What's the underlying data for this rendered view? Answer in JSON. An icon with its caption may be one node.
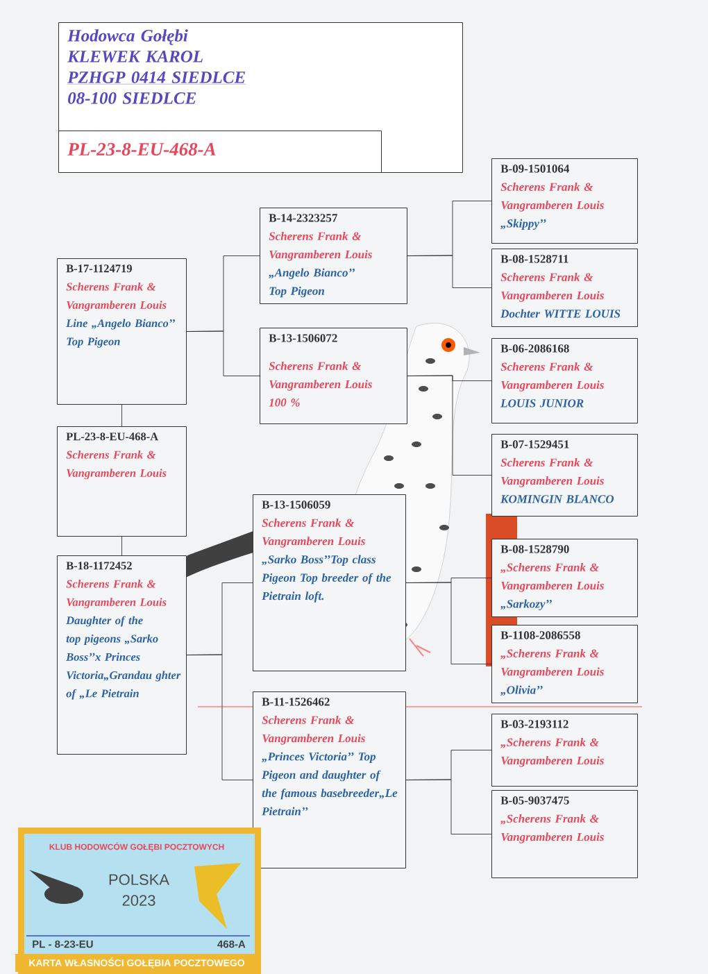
{
  "diagram": {
    "nodes": [
      {
        "text": [
          "Hodowca Gołębi",
          "KLEWEK  KAROL",
          "PZHGP 0414 SIEDLCE",
          "08-100 SIEDLCE"
        ]
      },
      {
        "text": [
          "PL-23-8-EU-468-A"
        ],
        "in": 0
      },
      {
        "text": [
          "PL-23-8-EU-468-A",
          "Scherens Frank & Vangramberen Louis"
        ]
      },
      {
        "text": [
          "B-17-1124719",
          "Scherens Frank & Vangramberen Louis",
          "Line „Angelo Bianco’’",
          "Top Pigeon"
        ]
      },
      {
        "text": [
          "B-18-1172452",
          "Scherens Frank & Vangramberen Louis",
          "Daughter of the top pigeons „Sarko Boss’’x Princes Victoria„Grandau ghter of „Le Pietrain"
        ]
      },
      {
        "text": [
          "B-14-2323257",
          "Scherens Frank & Vangramberen Louis",
          "„Angelo Bianco’’",
          "Top Pigeon"
        ]
      },
      {
        "text": [
          "B-13-1506072",
          "Scherens Frank & Vangramberen Louis",
          "100 %"
        ]
      },
      {
        "text": [
          "B-13-1506059",
          "Scherens Frank & Vangramberen Louis",
          "„Sarko Boss’’Top class Pigeon Top breeder of the Pietrain loft."
        ]
      },
      {
        "text": [
          "B-11-1526462",
          "Scherens Frank & Vangramberen Louis",
          "„Princes Victoria’’ Top Pigeon and daughter of the famous basebreeder„Le Pietrain’’"
        ]
      },
      {
        "text": [
          "B-09-1501064",
          "Scherens Frank & Vangramberen Louis",
          "„Skippy’’"
        ]
      },
      {
        "text": [
          "B-08-1528711",
          "Scherens Frank & Vangramberen Louis",
          "Dochter WITTE LOUIS"
        ]
      },
      {
        "text": [
          "B-06-2086168",
          "Scherens Frank & Vangramberen Louis",
          "LOUIS JUNIOR"
        ]
      },
      {
        "text": [
          "B-07-1529451",
          "Scherens Frank & Vangramberen Louis",
          "KOMINGIN BLANCO"
        ]
      },
      {
        "text": [
          "B-08-1528790",
          "„Scherens Frank & Vangramberen Louis",
          "„Sarkozy’’"
        ]
      },
      {
        "text": [
          "B-1108-2086558",
          "„Scherens Frank & Vangramberen Louis",
          "„Olivia’’"
        ]
      },
      {
        "text": [
          "B-03-2193112",
          "„Scherens Frank & Vangramberen Louis"
        ]
      },
      {
        "text": [
          "B-05-9037475",
          "„Scherens Frank & Vangramberen Louis"
        ]
      },
      {
        "text": [
          "KLUB HODOWCÓW GOŁĘBI POCZTOWYCH",
          "POLSKA 2023",
          "PL - 8-23-EU",
          "468-A",
          "KARTA WŁASNOŚCI GOŁĘBIA POCZTOWEGO"
        ]
      }
    ],
    "edges": [
      {
        "from": 2,
        "to": 3,
        "arrow": "none"
      },
      {
        "from": 2,
        "to": 4,
        "arrow": "none"
      },
      {
        "from": 3,
        "to": 5,
        "arrow": "none"
      },
      {
        "from": 3,
        "to": 6,
        "arrow": "none"
      },
      {
        "from": 4,
        "to": 7,
        "arrow": "none"
      },
      {
        "from": 4,
        "to": 8,
        "arrow": "none"
      },
      {
        "from": 5,
        "to": 9,
        "arrow": "none"
      },
      {
        "from": 5,
        "to": 10,
        "arrow": "none"
      },
      {
        "from": 6,
        "to": 11,
        "arrow": "none"
      },
      {
        "from": 6,
        "to": 12,
        "arrow": "none"
      },
      {
        "from": 7,
        "to": 13,
        "arrow": "none"
      },
      {
        "from": 7,
        "to": 14,
        "arrow": "none"
      },
      {
        "from": 8,
        "to": 15,
        "arrow": "none"
      },
      {
        "from": 8,
        "to": 16,
        "arrow": "none"
      }
    ]
  }
}
